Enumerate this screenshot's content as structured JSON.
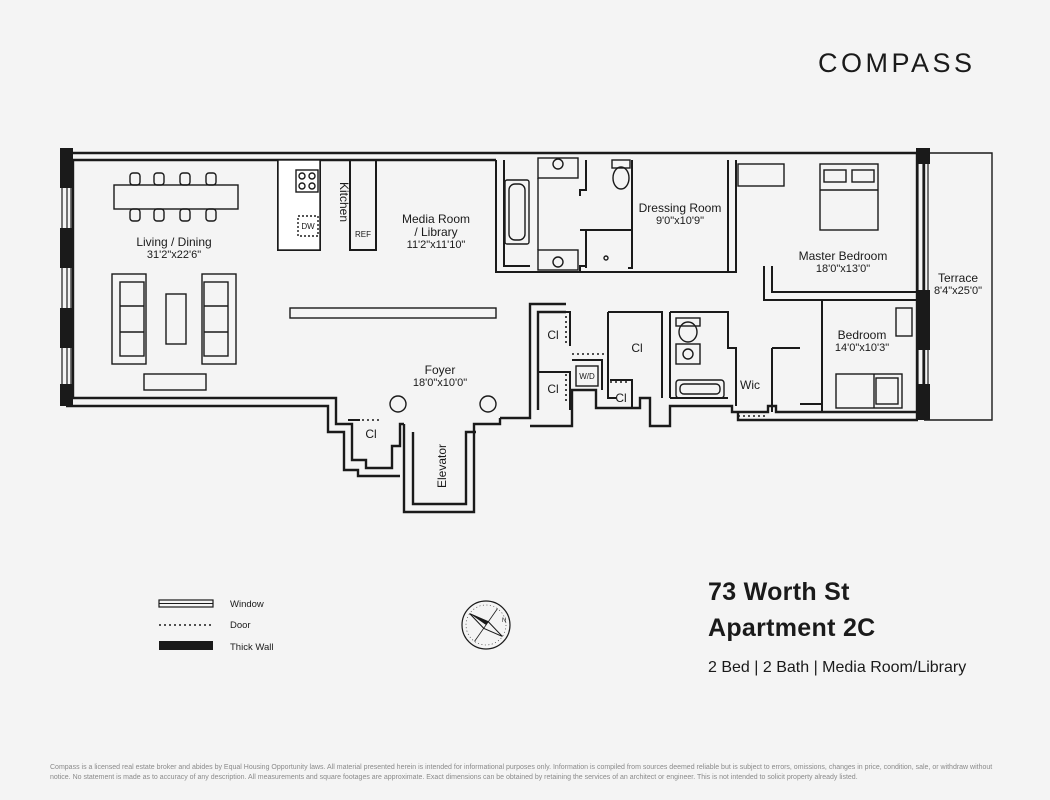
{
  "brand": {
    "logo_text": "COMPASS"
  },
  "rooms": {
    "living_dining": {
      "name": "Living / Dining",
      "dim": "31'2\"x22'6\""
    },
    "kitchen": {
      "name": "Kitchen"
    },
    "dishwasher": {
      "label": "DW"
    },
    "refrigerator": {
      "label": "REF"
    },
    "media_room": {
      "name_line1": "Media Room",
      "name_line2": "/ Library",
      "dim": "11'2\"x11'10\""
    },
    "dressing_room": {
      "name": "Dressing Room",
      "dim": "9'0\"x10'9\""
    },
    "master_bedroom": {
      "name": "Master Bedroom",
      "dim": "18'0\"x13'0\""
    },
    "terrace": {
      "name": "Terrace",
      "dim": "8'4\"x25'0\""
    },
    "bedroom": {
      "name": "Bedroom",
      "dim": "14'0\"x10'3\""
    },
    "foyer": {
      "name": "Foyer",
      "dim": "18'0\"x10'0\""
    },
    "elevator": {
      "name": "Elevator"
    },
    "wic": {
      "name": "Wic"
    },
    "washer_dryer": {
      "label": "W/D"
    },
    "closet_label": "Cl"
  },
  "legend": {
    "window": "Window",
    "door": "Door",
    "thick_wall": "Thick Wall"
  },
  "listing": {
    "address": "73 Worth St",
    "unit": "Apartment 2C",
    "summary": "2 Bed | 2 Bath | Media Room/Library"
  },
  "disclaimer": "Compass is a licensed real estate broker and abides by Equal Housing Opportunity laws. All material presented herein is intended for informational purposes only. Information is compiled from sources deemed reliable but is subject to errors, omissions, changes in price, condition, sale, or withdraw without notice. No statement is made as to accuracy of any description. All measurements and square footages are approximate. Exact dimensions can be obtained by retaining the services of an architect or engineer. This is not intended to solicit property already listed.",
  "colors": {
    "wall": "#1a1a1a",
    "background": "#f4f4f4",
    "disclaimer": "#8a8a8a"
  },
  "icons": {
    "compass_rose": "compass-rose-icon"
  }
}
